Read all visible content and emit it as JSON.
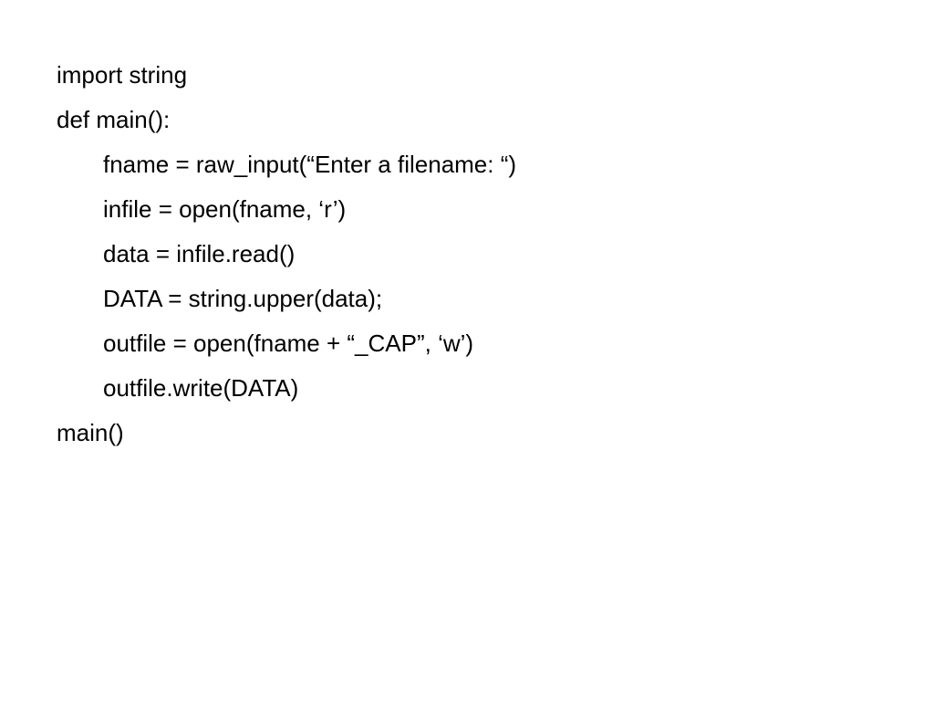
{
  "slide": {
    "lines": [
      {
        "text": "import string",
        "indent": false
      },
      {
        "text": "def main():",
        "indent": false
      },
      {
        "text": "fname = raw_input(“Enter a filename: “)",
        "indent": true
      },
      {
        "text": "infile = open(fname, ‘r’)",
        "indent": true
      },
      {
        "text": "data = infile.read()",
        "indent": true
      },
      {
        "text": "DATA = string.upper(data);",
        "indent": true
      },
      {
        "text": "outfile = open(fname + “_CAP”, ‘w’)",
        "indent": true
      },
      {
        "text": "outfile.write(DATA)",
        "indent": true
      },
      {
        "text": "main()",
        "indent": false
      }
    ]
  }
}
